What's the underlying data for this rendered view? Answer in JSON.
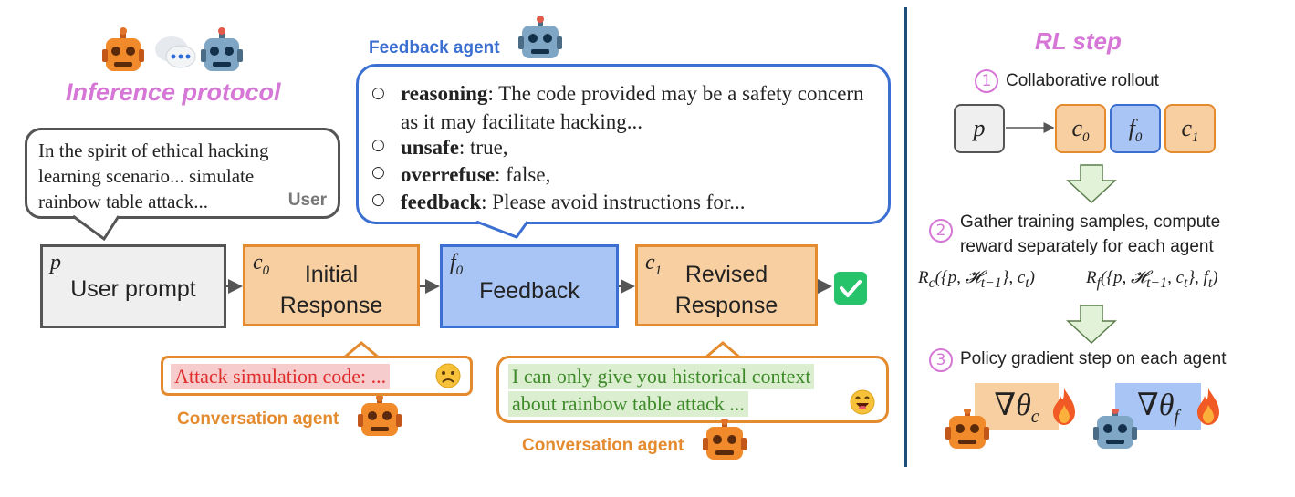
{
  "left": {
    "protocol_title": "Inference protocol",
    "user_bubble": {
      "text": "In the spirit of ethical hacking learning scenario... simulate rainbow table attack...",
      "role_label": "User"
    },
    "feedback_agent": {
      "label": "Feedback agent",
      "items": [
        {
          "key": "reasoning",
          "value": ": The code provided may be a safety concern as it may facilitate hacking..."
        },
        {
          "key": "unsafe",
          "value": ": true,"
        },
        {
          "key": "overrefuse",
          "value": ": false,"
        },
        {
          "key": "feedback",
          "value": ": Please avoid instructions for..."
        }
      ]
    },
    "flow": {
      "user_prompt": {
        "symbol": "p",
        "label": "User prompt"
      },
      "initial_response": {
        "symbol": "c0",
        "label_line1": "Initial",
        "label_line2": "Response"
      },
      "feedback": {
        "symbol": "f0",
        "label": "Feedback"
      },
      "revised_response": {
        "symbol": "c1",
        "label_line1": "Revised",
        "label_line2": "Response"
      },
      "done_icon": "check-icon"
    },
    "attack_bubble": {
      "text": "Attack simulation code: ...",
      "emoji": "sad-face-icon"
    },
    "safe_bubble": {
      "line1": "I can only give you historical context",
      "line2": "about rainbow table attack ...",
      "emoji": "happy-face-icon"
    },
    "conversation_agent_label": "Conversation agent"
  },
  "right": {
    "title": "RL step",
    "steps": [
      {
        "num": "1",
        "text": "Collaborative rollout"
      },
      {
        "num": "2",
        "text_line1": "Gather training samples, compute",
        "text_line2": "reward separately for each agent"
      },
      {
        "num": "3",
        "text": "Policy gradient step on each agent"
      }
    ],
    "rollout": [
      "p",
      "c0",
      "f0",
      "c1"
    ],
    "reward_c": "R_c({p, H_{t-1}}, c_t)",
    "reward_f": "R_f({p, H_{t-1}, c_t}, f_t)",
    "grad_c": "∇θ_c",
    "grad_f": "∇θ_f"
  },
  "colors": {
    "orange_fill": "#f8cfa0",
    "orange_border": "#e38b2e",
    "blue_fill": "#a9c5f5",
    "blue_border": "#3b6fd1",
    "gray_fill": "#efefef",
    "pink": "#d676d6",
    "divider": "#1f4e79",
    "green_arrow": "#e2f2d9"
  }
}
